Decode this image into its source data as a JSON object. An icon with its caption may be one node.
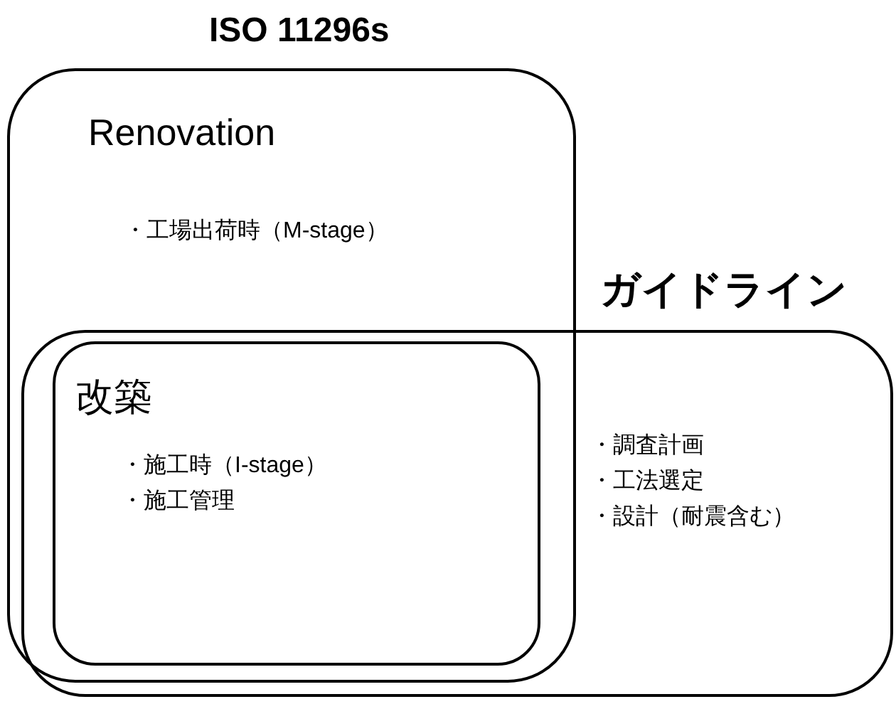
{
  "diagram": {
    "nodes": [
      {
        "text": [
          "ISO 11296s",
          "Renovation",
          "・工場出荷時（M-stage）"
        ]
      },
      {
        "text": [
          "ガイドライン",
          "・調査計画",
          "・工法選定",
          "・設計（耐震含む）"
        ]
      },
      {
        "text": [
          "改築",
          "・施工時（I-stage）",
          "・施工管理"
        ]
      }
    ]
  }
}
